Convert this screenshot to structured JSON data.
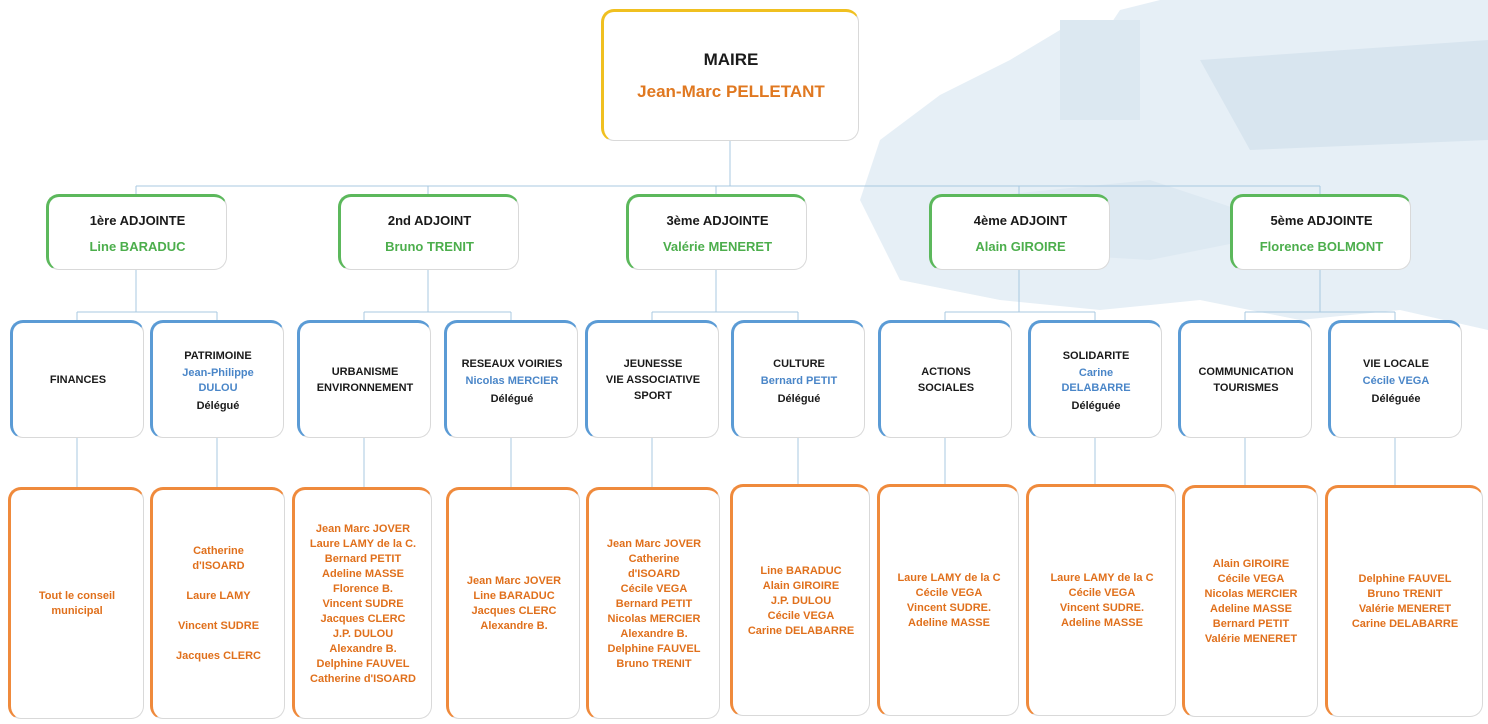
{
  "colors": {
    "mayor_border": "#f0c020",
    "adjoint_border": "#5cb85c",
    "delegation_border": "#5b9bd5",
    "members_border": "#ef8a3c",
    "name_orange": "#e07820",
    "name_green": "#4cae4c",
    "name_blue": "#4a86c8",
    "connector": "#a8c8e0"
  },
  "mayor": {
    "title": "MAIRE",
    "name": "Jean-Marc PELLETANT"
  },
  "adjoints": [
    {
      "title": "1ère ADJOINTE",
      "name": "Line BARADUC"
    },
    {
      "title": "2nd ADJOINT",
      "name": "Bruno TRENIT"
    },
    {
      "title": "3ème ADJOINTE",
      "name": "Valérie MENERET"
    },
    {
      "title": "4ème ADJOINT",
      "name": "Alain GIROIRE"
    },
    {
      "title": "5ème ADJOINTE",
      "name": "Florence BOLMONT"
    }
  ],
  "delegations": [
    {
      "title": "FINANCES",
      "name": "",
      "role": ""
    },
    {
      "title": "PATRIMOINE",
      "name": "Jean-Philippe\nDULOU",
      "role": "Délégué"
    },
    {
      "title": "URBANISME\nENVIRONNEMENT",
      "name": "",
      "role": ""
    },
    {
      "title": "RESEAUX VOIRIES",
      "name": "Nicolas MERCIER",
      "role": "Délégué"
    },
    {
      "title": "JEUNESSE\nVIE ASSOCIATIVE\nSPORT",
      "name": "",
      "role": ""
    },
    {
      "title": "CULTURE",
      "name": "Bernard PETIT",
      "role": "Délégué"
    },
    {
      "title": "ACTIONS\nSOCIALES",
      "name": "",
      "role": ""
    },
    {
      "title": "SOLIDARITE",
      "name": "Carine\nDELABARRE",
      "role": "Déléguée"
    },
    {
      "title": "COMMUNICATION\nTOURISMES",
      "name": "",
      "role": ""
    },
    {
      "title": "VIE LOCALE",
      "name": "Cécile VEGA",
      "role": "Déléguée"
    }
  ],
  "members": [
    "Tout le conseil\nmunicipal",
    "Catherine\nd'ISOARD\n\nLaure LAMY\n\nVincent SUDRE\n\nJacques CLERC",
    "Jean Marc JOVER\nLaure LAMY de la C.\nBernard PETIT\nAdeline MASSE\nFlorence B.\nVincent SUDRE\nJacques CLERC\nJ.P. DULOU\nAlexandre B.\nDelphine FAUVEL\nCatherine d'ISOARD",
    "Jean Marc JOVER\nLine BARADUC\nJacques CLERC\nAlexandre B.",
    "Jean Marc JOVER\nCatherine\nd'ISOARD\nCécile VEGA\nBernard PETIT\nNicolas MERCIER\nAlexandre B.\nDelphine FAUVEL\nBruno TRENIT",
    "Line BARADUC\nAlain GIROIRE\nJ.P. DULOU\nCécile VEGA\nCarine DELABARRE",
    "Laure LAMY de la C\nCécile VEGA\nVincent SUDRE.\nAdeline MASSE",
    "Laure LAMY de la C\nCécile VEGA\nVincent SUDRE.\nAdeline MASSE",
    "Alain GIROIRE\nCécile VEGA\nNicolas MERCIER\nAdeline MASSE\nBernard PETIT\nValérie MENERET",
    "Delphine FAUVEL\nBruno TRENIT\nValérie MENERET\nCarine DELABARRE"
  ]
}
